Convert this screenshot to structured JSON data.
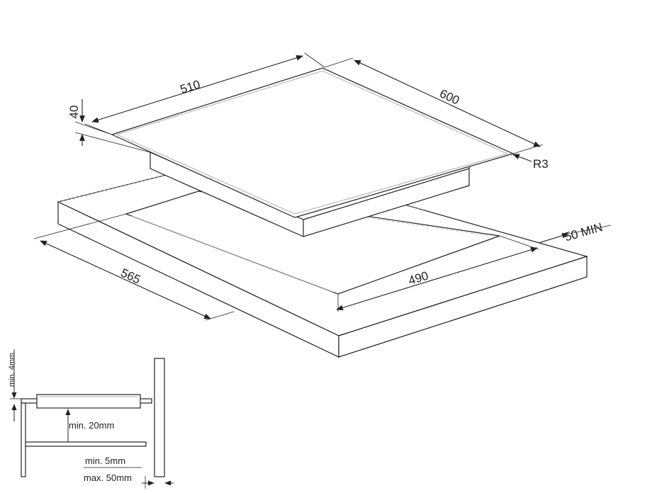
{
  "top_diagram": {
    "dim_width": "510",
    "dim_depth": "600",
    "dim_thickness": "40",
    "dim_radius": "R3",
    "dim_cutout_width": "565",
    "dim_cutout_depth": "490",
    "dim_min_edge": "50 MIN"
  },
  "section_diagram": {
    "label_min_4": "min. 4mm",
    "label_min_20": "min. 20mm",
    "label_min_5": "min. 5mm",
    "label_max_50": "max. 50mm"
  }
}
